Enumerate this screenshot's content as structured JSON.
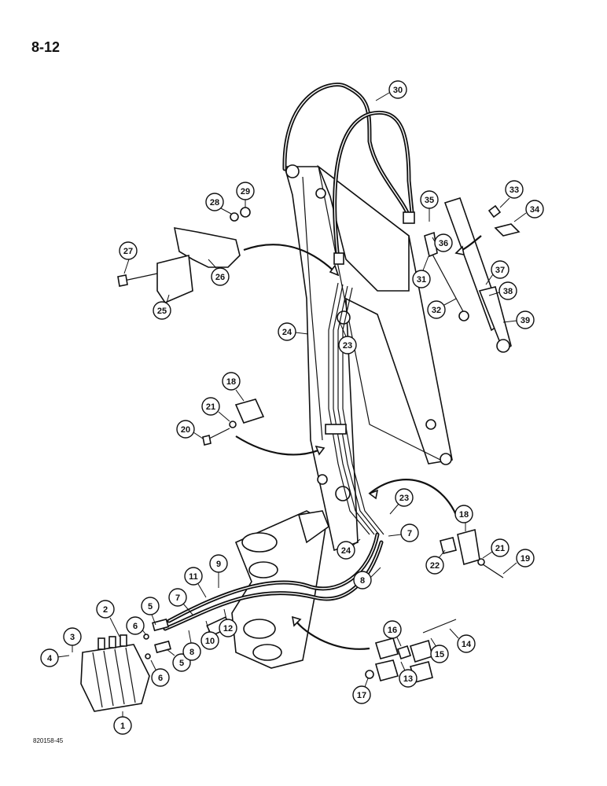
{
  "page": {
    "number": "8-12",
    "figure_code": "820158-45"
  },
  "callouts": [
    "1",
    "2",
    "3",
    "4",
    "5",
    "6",
    "7",
    "8",
    "9",
    "10",
    "11",
    "12",
    "13",
    "14",
    "15",
    "16",
    "17",
    "18",
    "19",
    "20",
    "21",
    "22",
    "23",
    "24",
    "25",
    "26",
    "27",
    "28",
    "29",
    "30",
    "31",
    "32",
    "33",
    "34",
    "35",
    "36",
    "37",
    "38",
    "39"
  ]
}
